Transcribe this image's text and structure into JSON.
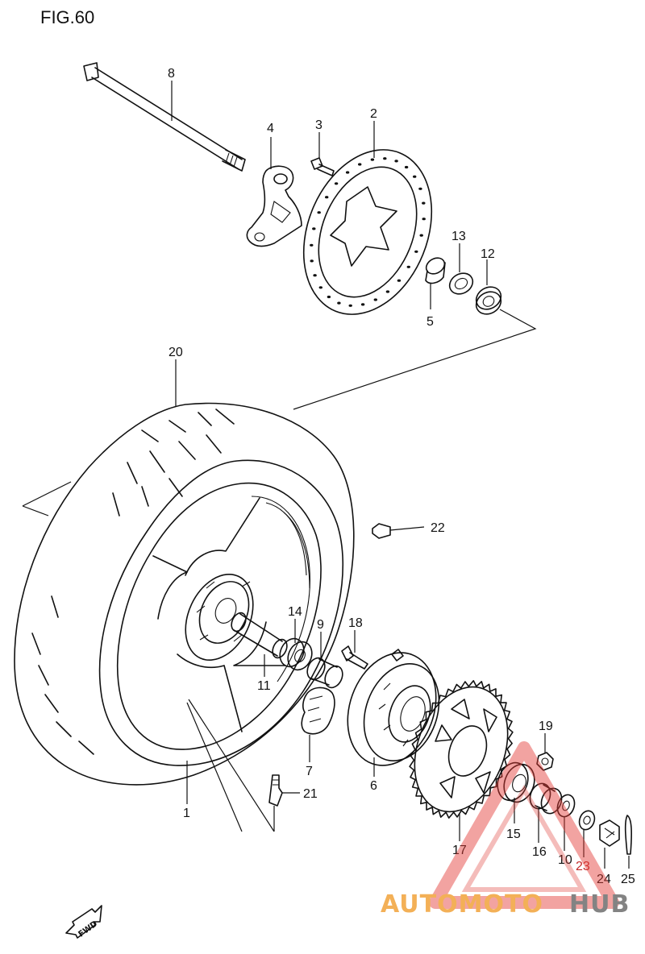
{
  "figure": {
    "title": "FIG.60"
  },
  "callouts": [
    {
      "id": "8",
      "text": "8"
    },
    {
      "id": "4",
      "text": "4"
    },
    {
      "id": "3",
      "text": "3"
    },
    {
      "id": "2",
      "text": "2"
    },
    {
      "id": "13",
      "text": "13"
    },
    {
      "id": "12",
      "text": "12"
    },
    {
      "id": "5",
      "text": "5"
    },
    {
      "id": "20",
      "text": "20"
    },
    {
      "id": "22",
      "text": "22"
    },
    {
      "id": "14",
      "text": "14"
    },
    {
      "id": "9",
      "text": "9"
    },
    {
      "id": "18",
      "text": "18"
    },
    {
      "id": "11",
      "text": "11"
    },
    {
      "id": "7",
      "text": "7"
    },
    {
      "id": "6",
      "text": "6"
    },
    {
      "id": "19",
      "text": "19"
    },
    {
      "id": "21",
      "text": "21"
    },
    {
      "id": "1",
      "text": "1"
    },
    {
      "id": "15",
      "text": "15"
    },
    {
      "id": "16",
      "text": "16"
    },
    {
      "id": "17",
      "text": "17"
    },
    {
      "id": "10",
      "text": "10"
    },
    {
      "id": "23",
      "text": "23"
    },
    {
      "id": "24",
      "text": "24"
    },
    {
      "id": "25",
      "text": "25"
    }
  ],
  "direction_arrow": {
    "text": "FWD"
  },
  "watermark": {
    "text_part1": "AUTOMOTO",
    "text_part2": "HUB",
    "color_orange": "#f2a33a",
    "color_gray": "#6e6e6e",
    "color_red": "#e23b35"
  }
}
